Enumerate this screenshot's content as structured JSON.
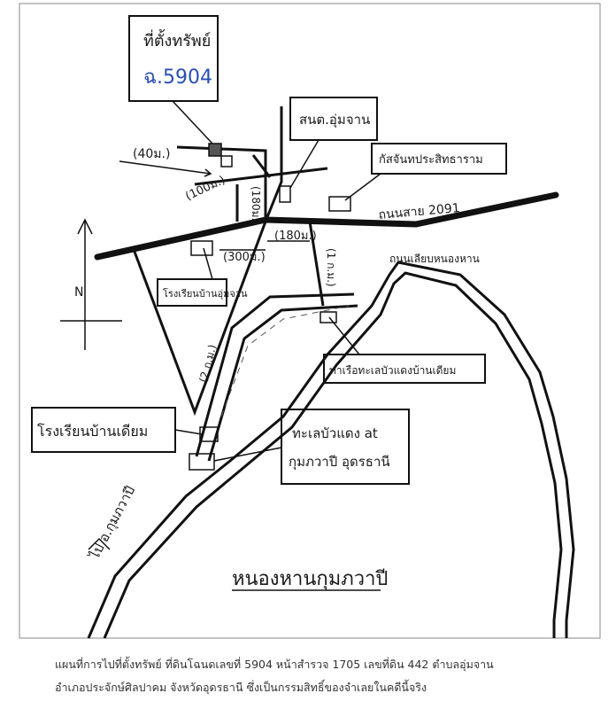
{
  "labels": {
    "property_box_line1": "ที่ตั้งทรัพย์",
    "property_box_line2": "ฉ.5904",
    "dist_40": "(40ม.)",
    "dist_100_left": "(100ม.)",
    "dist_180_vert": "(180ม.)",
    "sao_office": "สนต.อุ่มจาน",
    "kitchen": "กัสจันทประสิทธาราม",
    "highway": "ถนนสาย 2091",
    "dist_300": "(300ม.)",
    "dist_180": "(180ม.)",
    "dist_1km": "(1 ก.ม.)",
    "dist_2km": "(2 ก.ม.)",
    "school_umjan": "โรงเรียนบ้านอุ่มจาน",
    "canal_road": "ถนนเลียบหนองหาน",
    "pier": "ท่าเรือทะเลบัวแดงบ้านเดียม",
    "school_diam": "โรงเรียนบ้านเดียม",
    "red_lotus_line1": "ทะเลบัวแดง at",
    "red_lotus_line2": "กุมภวาปี อุดรธานี",
    "to_kumphawapi": "ไป อ.กุมภวาปี",
    "compass_north": "N",
    "lake": "หนองหานกุมภวาปี"
  },
  "caption": {
    "line1": "แผนที่การไปที่ตั้งทรัพย์ ที่ดินโฉนดเลขที่ 5904 หน้าสำรวจ 1705 เลขที่ดิน 442 ตำบลอุ่มจาน",
    "line2": "อำเภอประจักษ์ศิลปาคม จังหวัดอุดรธานี ซึ่งเป็นกรรมสิทธิ์ของจำเลยในคดีนี้จริง"
  },
  "colors": {
    "ink": "#111111",
    "property_number": "#2a4fb5"
  }
}
